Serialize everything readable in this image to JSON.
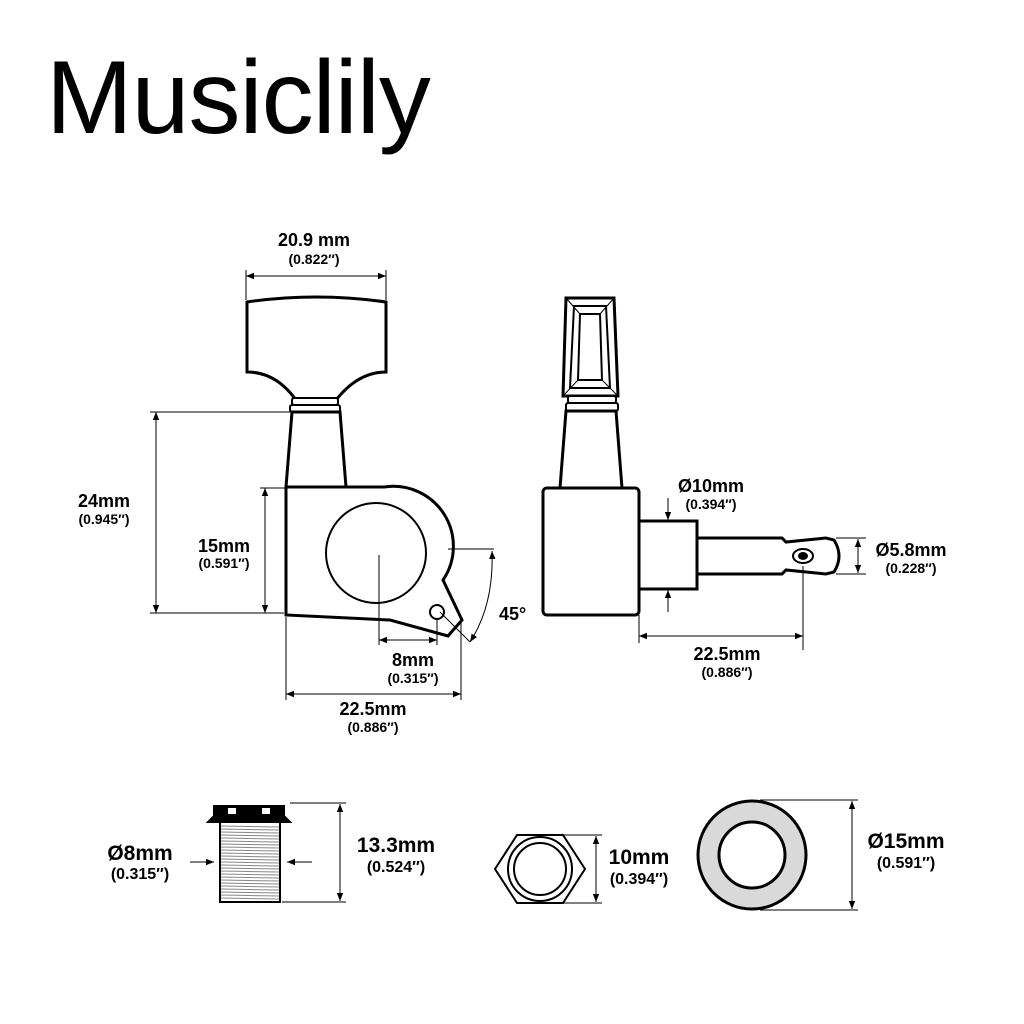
{
  "brand": {
    "name": "Musiclily"
  },
  "front_view": {
    "width_mm": "20.9 mm",
    "width_in": "(0.822″)",
    "height_mm": "24mm",
    "height_in": "(0.945″)",
    "body_mm": "15mm",
    "body_in": "(0.591″)",
    "tab_mm": "8mm",
    "tab_in": "(0.315″)",
    "depth_mm": "22.5mm",
    "depth_in": "(0.886″)",
    "angle": "45°"
  },
  "side_view": {
    "bushing_mm": "Ø10mm",
    "bushing_in": "(0.394″)",
    "post_mm": "Ø5.8mm",
    "post_in": "(0.228″)",
    "length_mm": "22.5mm",
    "length_in": "(0.886″)"
  },
  "bushing_part": {
    "diameter_mm": "Ø8mm",
    "diameter_in": "(0.315″)",
    "height_mm": "13.3mm",
    "height_in": "(0.524″)"
  },
  "nut_part": {
    "size_mm": "10mm",
    "size_in": "(0.394″)"
  },
  "washer_part": {
    "diameter_mm": "Ø15mm",
    "diameter_in": "(0.591″)"
  },
  "colors": {
    "ink": "#000000",
    "washer_fill": "#d9d9d9",
    "background": "#ffffff"
  }
}
